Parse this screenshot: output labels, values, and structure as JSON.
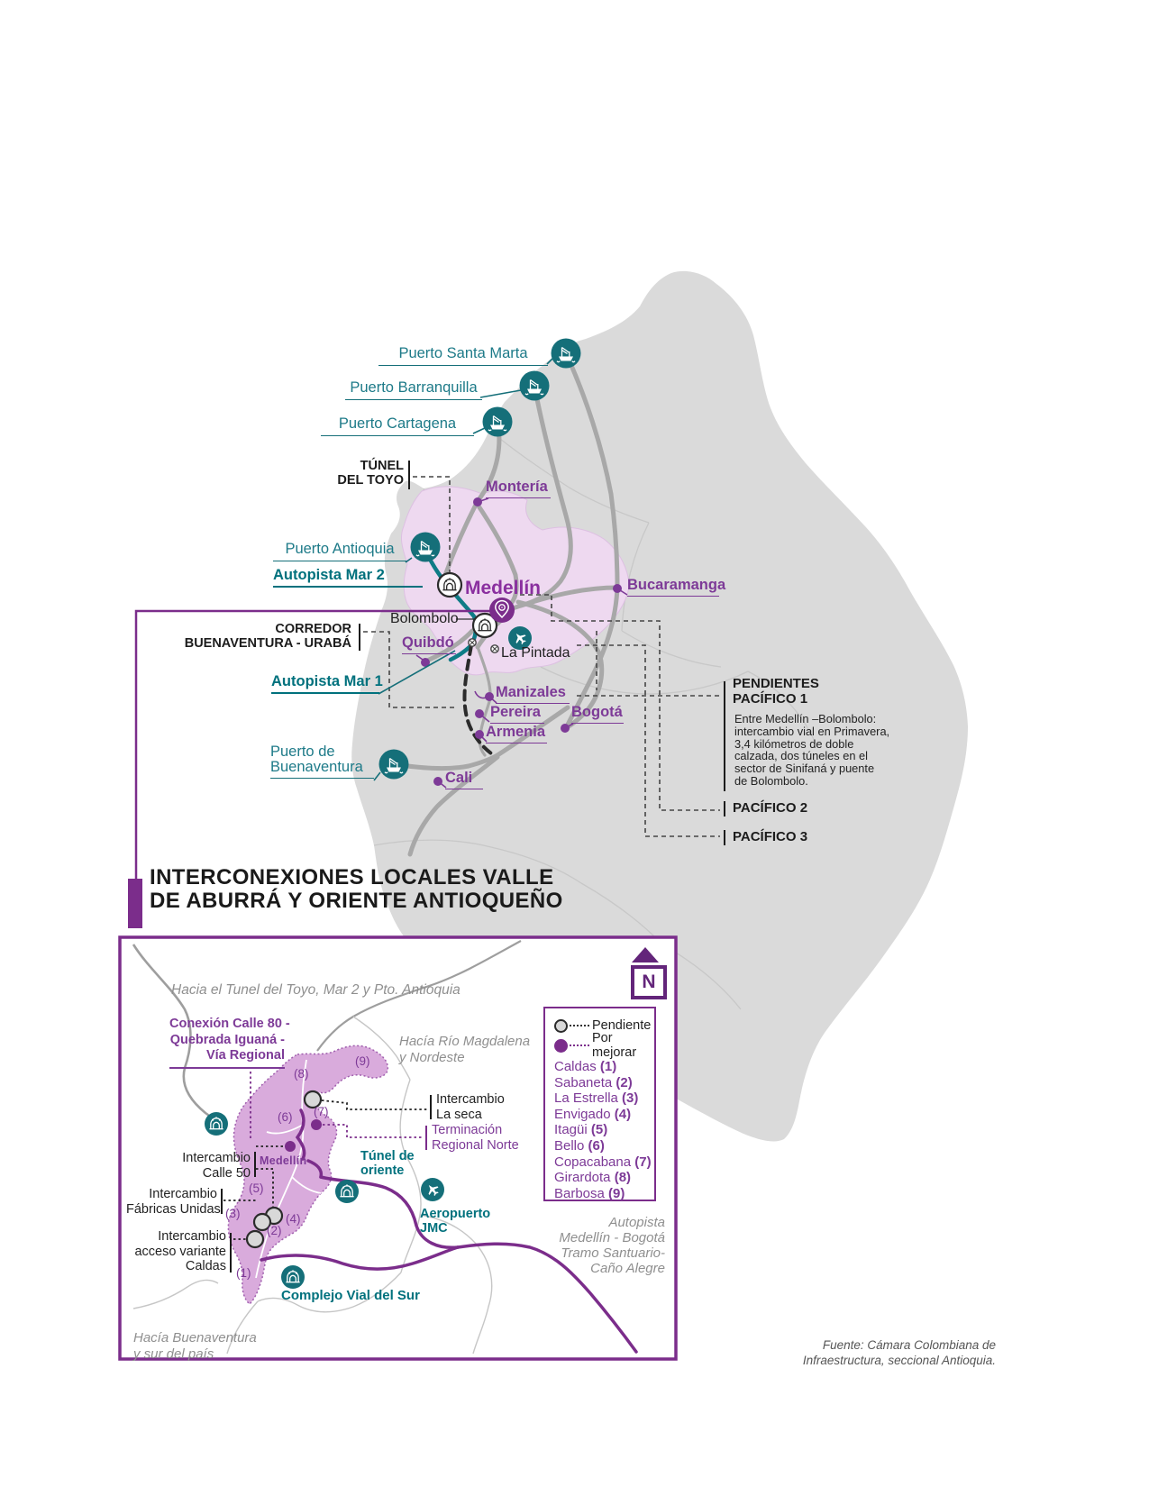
{
  "colors": {
    "teal": "#156f79",
    "teal_text": "#00717d",
    "purple": "#7b2d8b",
    "city_purple": "#7d3a97",
    "region_pink": "#eed9f0",
    "valley_purple": "#d9abdc",
    "map_gray": "#dadada"
  },
  "main_map": {
    "ports": {
      "santa_marta": "Puerto Santa Marta",
      "barranquilla": "Puerto Barranquilla",
      "cartagena": "Puerto Cartagena",
      "antioquia": "Puerto Antioquia",
      "buenaventura": [
        "Puerto de",
        "Buenaventura"
      ]
    },
    "highways": {
      "mar2": "Autopista Mar 2",
      "mar1": "Autopista Mar 1"
    },
    "tunel_toyo": [
      "TÚNEL",
      "DEL TOYO"
    ],
    "corredor": [
      "CORREDOR",
      "BUENAVENTURA - URABÁ"
    ],
    "cities": {
      "monteria": "Montería",
      "bucaramanga": "Bucaramanga",
      "quibdo": "Quibdó",
      "manizales": "Manizales",
      "pereira": "Pereira",
      "armenia": "Armenia",
      "bogota": "Bogotá",
      "cali": "Cali"
    },
    "medellin": "Medellín",
    "bolombolo": "Bolombolo",
    "la_pintada": "La Pintada",
    "pendientes": {
      "title": [
        "PENDIENTES",
        "PACÍFICO 1"
      ],
      "body": [
        "Entre Medellín –Bolombolo:",
        "intercambio vial en Primavera,",
        "3,4 kilómetros de doble",
        "calzada, dos túneles en el",
        "sector de Sinifaná y puente",
        "de Bolombolo."
      ],
      "pacifico2": "PACÍFICO 2",
      "pacifico3": "PACÍFICO 3"
    }
  },
  "section_title": [
    "INTERCONEXIONES LOCALES VALLE",
    "DE ABURRÁ Y ORIENTE ANTIOQUEÑO"
  ],
  "inset": {
    "annotations": {
      "toyo": "Hacia el Tunel del Toyo, Mar 2 y Pto. Antioquia",
      "rio": [
        "Hacía Río Magdalena",
        "y Nordeste"
      ],
      "buenaventura": [
        "Hacía Buenaventura",
        "y sur del país"
      ],
      "autopista_bogota": [
        "Autopista",
        "Medellín - Bogotá",
        "Tramo Santuario-",
        "Caño Alegre"
      ]
    },
    "conexion": [
      "Conexión Calle 80 -",
      "Quebrada Iguaná -",
      "Vía Regional"
    ],
    "intercambios": {
      "la_seca": [
        "Intercambio",
        "La seca"
      ],
      "terminacion": [
        "Terminación",
        "Regional Norte"
      ],
      "calle50": [
        "Intercambio",
        "Calle 50"
      ],
      "fabricas": [
        "Intercambio",
        "Fábricas Unidas"
      ],
      "variante": [
        "Intercambio",
        "acceso variante",
        "Caldas"
      ]
    },
    "medellin": "Medellín",
    "pois": {
      "tunel_oriente": [
        "Túnel de",
        "oriente"
      ],
      "aeropuerto": [
        "Aeropuerto",
        "JMC"
      ],
      "complejo": "Complejo Vial del Sur"
    },
    "numbers": [
      "(1)",
      "(2)",
      "(3)",
      "(4)",
      "(5)",
      "(6)",
      "(7)",
      "(8)",
      "(9)"
    ],
    "compass": "N",
    "legend": {
      "pendiente": "Pendiente",
      "por_mejorar": "Por mejorar",
      "municipalities": [
        {
          "name": "Caldas",
          "num": "(1)"
        },
        {
          "name": "Sabaneta",
          "num": "(2)"
        },
        {
          "name": "La Estrella",
          "num": "(3)"
        },
        {
          "name": "Envigado",
          "num": "(4)"
        },
        {
          "name": "Itagüi",
          "num": "(5)"
        },
        {
          "name": "Bello",
          "num": "(6)"
        },
        {
          "name": "Copacabana",
          "num": "(7)"
        },
        {
          "name": "Girardota",
          "num": "(8)"
        },
        {
          "name": "Barbosa",
          "num": "(9)"
        }
      ]
    }
  },
  "source": [
    "Fuente: Cámara Colombiana de",
    "Infraestructura, seccional Antioquia."
  ]
}
